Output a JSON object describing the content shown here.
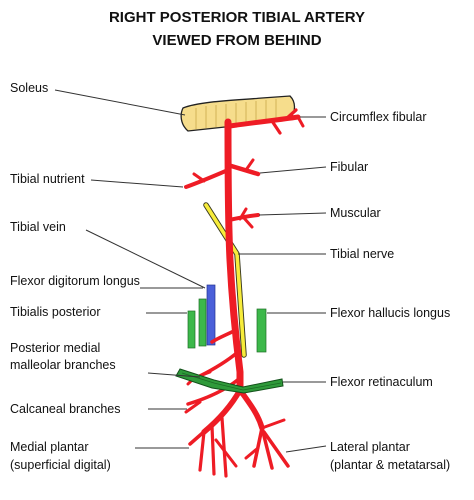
{
  "title": {
    "line1": "RIGHT POSTERIOR TIBIAL ARTERY",
    "line2": "VIEWED FROM BEHIND"
  },
  "labels_left": {
    "soleus": "Soleus",
    "tibial_nutrient": "Tibial nutrient",
    "tibial_vein": "Tibial vein",
    "flexor_digitorum_longus": "Flexor digitorum longus",
    "tibialis_posterior": "Tibialis posterior",
    "posterior_medial_malleolar_1": "Posterior medial",
    "posterior_medial_malleolar_2": "malleolar branches",
    "calcaneal_branches": "Calcaneal branches",
    "medial_plantar_1": "Medial plantar",
    "medial_plantar_2": "(superficial digital)"
  },
  "labels_right": {
    "circumflex_fibular": "Circumflex fibular",
    "fibular": "Fibular",
    "muscular": "Muscular",
    "tibial_nerve": "Tibial nerve",
    "flexor_hallucis_longus": "Flexor hallucis longus",
    "flexor_retinaculum": "Flexor retinaculum",
    "lateral_plantar_1": "Lateral plantar",
    "lateral_plantar_2": "(plantar & metatarsal)"
  },
  "colors": {
    "artery": "#ee1c25",
    "nerve": "#f7ec3b",
    "vein": "#4a5fd9",
    "muscle": "#3cb84a",
    "soleus": "#f6dd8c"
  }
}
